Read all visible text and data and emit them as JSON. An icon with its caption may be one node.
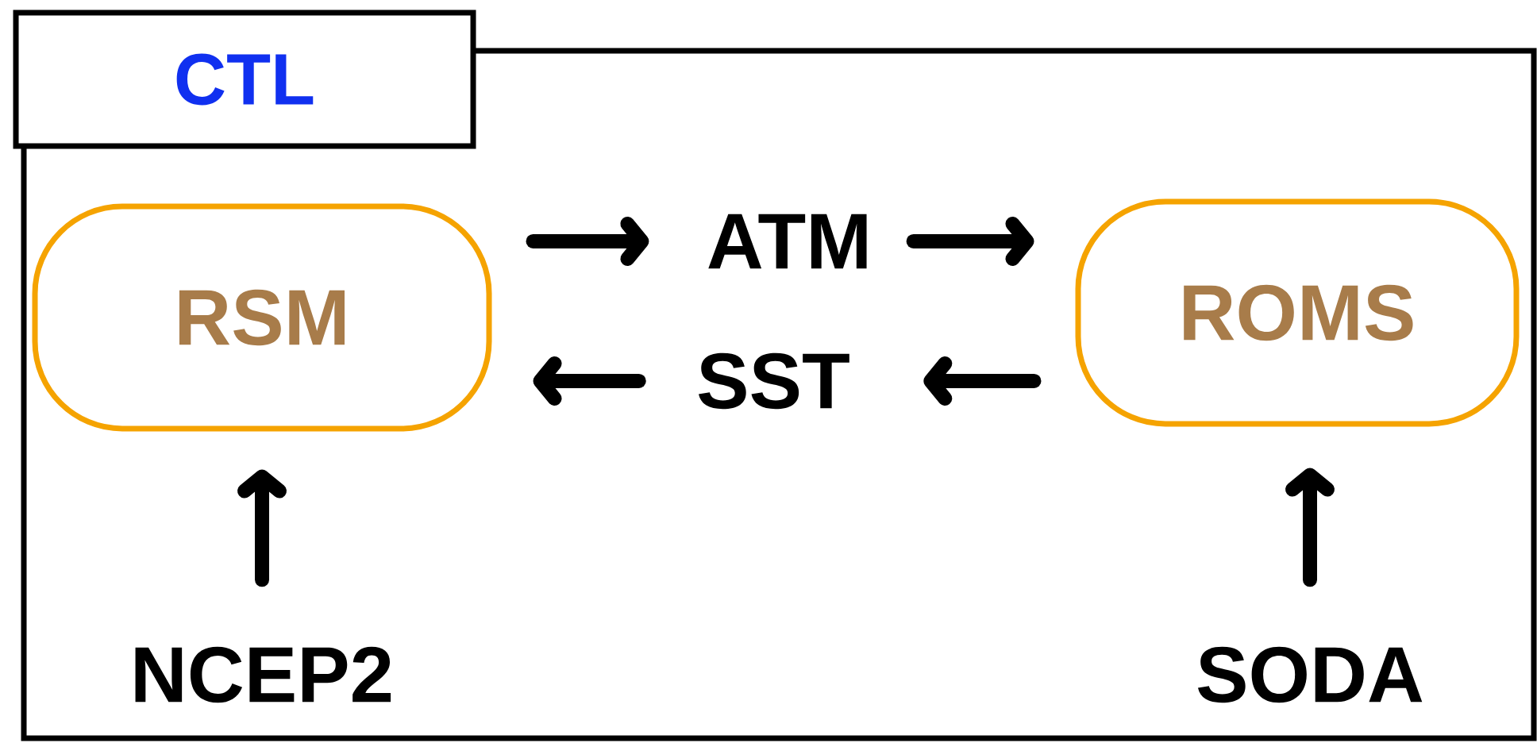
{
  "diagram": {
    "nodes": [
      {
        "text": [
          "CTL"
        ]
      },
      {
        "text": [
          "RSM"
        ],
        "in": 0
      },
      {
        "text": [
          "ROMS"
        ],
        "in": 0
      },
      {
        "text": [
          "NCEP2"
        ],
        "in": 0
      },
      {
        "text": [
          "SODA"
        ],
        "in": 0
      },
      {
        "text": [
          "ATM"
        ],
        "in": 0
      },
      {
        "text": [
          "SST"
        ],
        "in": 0
      }
    ],
    "edges": [
      {
        "from": 1,
        "to": 5,
        "arrow": "to"
      },
      {
        "from": 5,
        "to": 2,
        "arrow": "to"
      },
      {
        "from": 2,
        "to": 6,
        "arrow": "to"
      },
      {
        "from": 6,
        "to": 1,
        "arrow": "to"
      },
      {
        "from": 3,
        "to": 1,
        "arrow": "to"
      },
      {
        "from": 4,
        "to": 2,
        "arrow": "to"
      }
    ]
  }
}
